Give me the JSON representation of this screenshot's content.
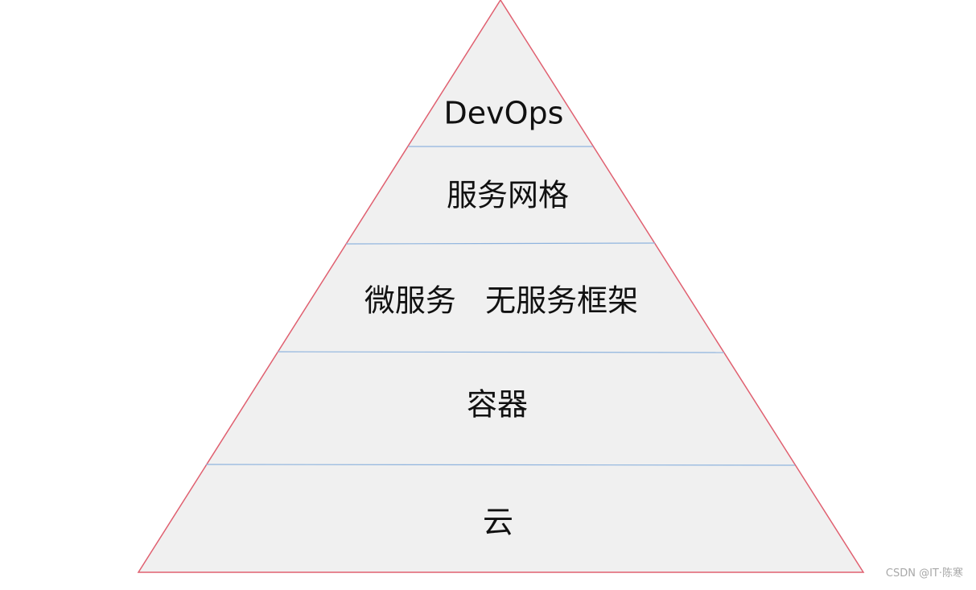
{
  "colors": {
    "fill": "#f0f0f0",
    "outline": "#e06070",
    "divider": "#8fb4de",
    "text": "#111111",
    "watermark": "#a8a8a8"
  },
  "layers": [
    {
      "label": "DevOps"
    },
    {
      "label": "服务网格"
    },
    {
      "label": "微服务   无服务框架"
    },
    {
      "label": "容器"
    },
    {
      "label": "云"
    }
  ],
  "watermark": "CSDN @IT·陈寒"
}
